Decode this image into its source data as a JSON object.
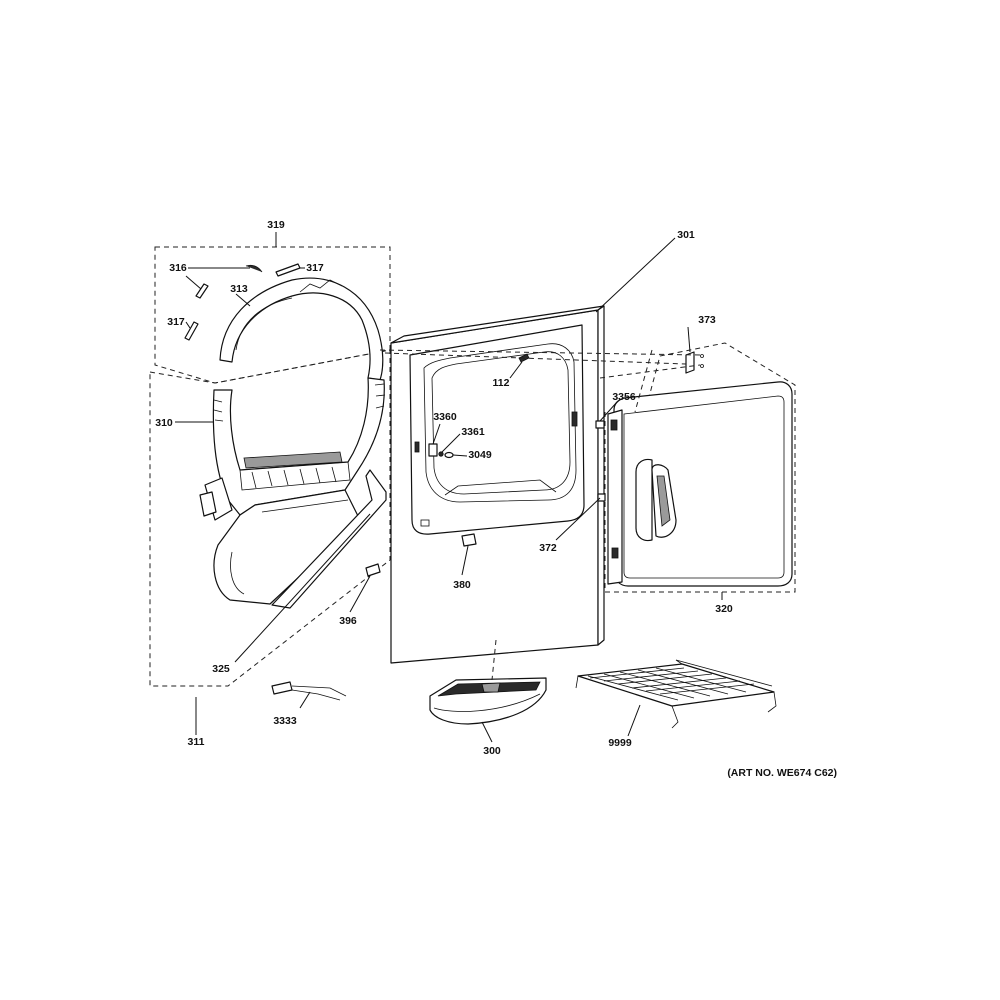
{
  "labels": {
    "l319": "319",
    "l316": "316",
    "l317a": "317",
    "l313": "313",
    "l317b": "317",
    "l310": "310",
    "l325": "325",
    "l311": "311",
    "l396": "396",
    "l3333": "3333",
    "l301": "301",
    "l112": "112",
    "l3360": "3360",
    "l3361": "3361",
    "l3049": "3049",
    "l380": "380",
    "l300": "300",
    "l373": "373",
    "l3356": "3356",
    "l372": "372",
    "l320": "320",
    "l9999": "9999"
  },
  "art_number": "(ART NO. WE674 C62)"
}
